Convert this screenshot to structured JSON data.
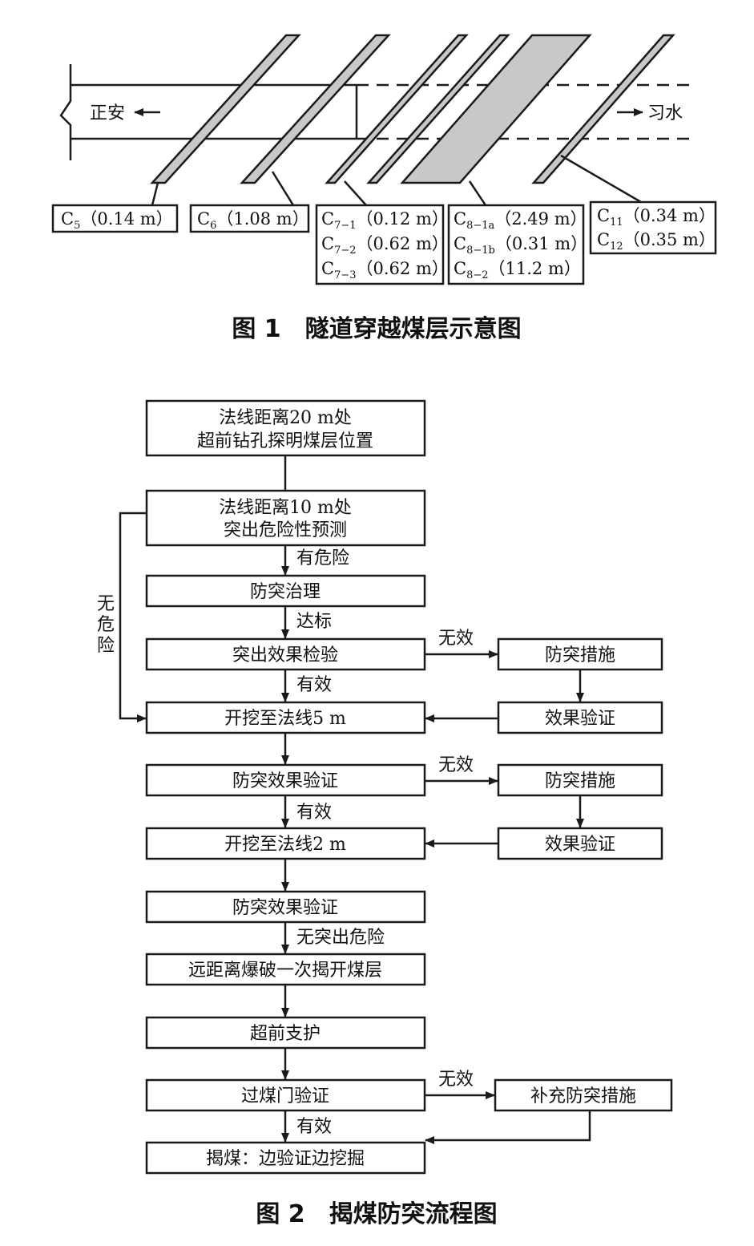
{
  "figure1": {
    "caption": "图 1　隧道穿越煤层示意图",
    "left_direction": "正安",
    "right_direction": "习水",
    "labels": {
      "c5": {
        "main": "C",
        "sub": "5",
        "value": "（0.14 m）"
      },
      "c6": {
        "main": "C",
        "sub": "6",
        "value": "（1.08 m）"
      },
      "c7_1": {
        "main": "C",
        "sub": "7−1",
        "value": "（0.12 m）"
      },
      "c7_2": {
        "main": "C",
        "sub": "7−2",
        "value": "（0.62 m）"
      },
      "c7_3": {
        "main": "C",
        "sub": "7−3",
        "value": "（0.62 m）"
      },
      "c8_1a": {
        "main": "C",
        "sub": "8−1a",
        "value": "（2.49 m）"
      },
      "c8_1b": {
        "main": "C",
        "sub": "8−1b",
        "value": "（0.31 m）"
      },
      "c8_2": {
        "main": "C",
        "sub": "8−2",
        "value": "（11.2 m）"
      },
      "c11": {
        "main": "C",
        "sub": "11",
        "value": "（0.34 m）"
      },
      "c12": {
        "main": "C",
        "sub": "12",
        "value": "（0.35 m）"
      }
    }
  },
  "figure2": {
    "caption": "图 2　揭煤防突流程图",
    "steps": {
      "s1_line1": "法线距离20 m处",
      "s1_line2": "超前钻孔探明煤层位置",
      "s2_line1": "法线距离10 m处",
      "s2_line2": "突出危险性预测",
      "s3": "防突治理",
      "s4": "突出效果检验",
      "s5": "开挖至法线5 m",
      "s6": "防突效果验证",
      "s7": "开挖至法线2 m",
      "s8": "防突效果验证",
      "s9": "远距离爆破一次揭开煤层",
      "s10": "超前支护",
      "s11": "过煤门验证",
      "s12": "揭煤：边验证边挖掘"
    },
    "side_steps": {
      "r1": "防突措施",
      "r2": "效果验证",
      "r3": "防突措施",
      "r4": "效果验证",
      "r5": "补充防突措施"
    },
    "edge_labels": {
      "has_danger": "有危险",
      "reach_standard": "达标",
      "effective_1": "有效",
      "effective_2": "有效",
      "effective_3": "有效",
      "no_outburst_danger": "无突出危险",
      "ineffective_1": "无效",
      "ineffective_2": "无效",
      "ineffective_3": "无效",
      "no_danger": "无危险"
    }
  }
}
